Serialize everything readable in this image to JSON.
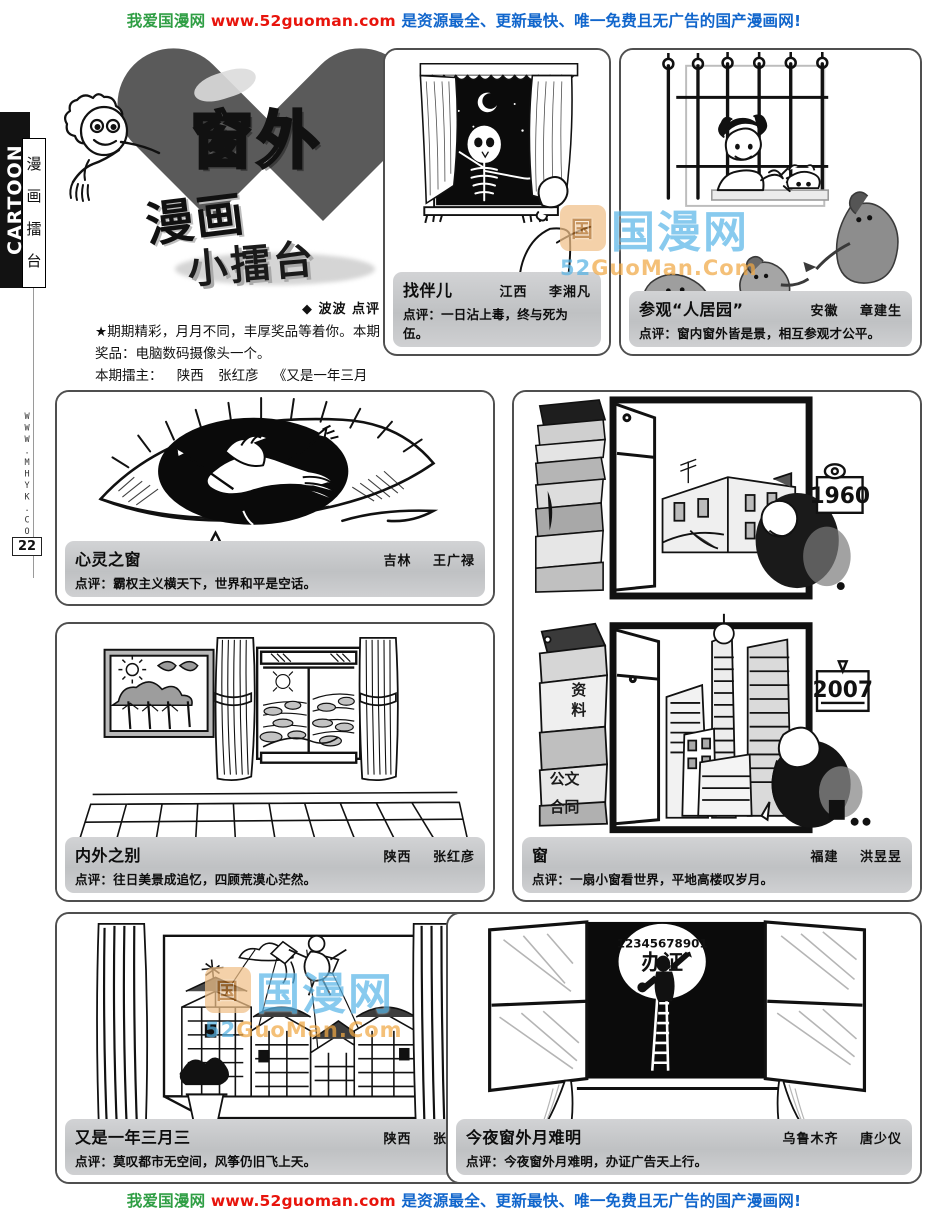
{
  "banner": {
    "part1": "我爱国漫网",
    "url": "www.52guoman.com",
    "part2": "是资源最全、更新最快、唯一免费且无广告的国产漫画网!"
  },
  "rail": {
    "cartoon": "CARTOON",
    "vertical_title": [
      "漫",
      "画",
      "擂",
      "台"
    ],
    "website": "WWW.MHYK.COM",
    "page_number": "22"
  },
  "masthead": {
    "line1": "窗外",
    "line2": "漫画",
    "line3": "小擂台"
  },
  "intro": {
    "byline": "◆ 波波 点评",
    "paragraph": "★期期精彩，月月不同，丰厚奖品等着你。本期奖品：电脑数码摄像头一个。",
    "host_label": "本期擂主：",
    "host_region": "陕西",
    "host_name": "张红彦",
    "host_work": "《又是一年三月三》"
  },
  "panels": [
    {
      "id": "panel-zhaobaner",
      "title": "找伴儿",
      "region": "江西",
      "author": "李湘凡",
      "comment": "点评：一日沾上毒，终与死为伍。",
      "art": "skeleton-at-window"
    },
    {
      "id": "panel-renjuyuan",
      "title": "参观“人居园”",
      "region": "安徽",
      "author": "章建生",
      "comment": "点评：窗内窗外皆是景，相互参观才公平。",
      "art": "apes-outside-barred-window"
    },
    {
      "id": "panel-xinlingzhichuang",
      "title": "心灵之窗",
      "region": "吉林",
      "author": "王广禄",
      "comment": "点评：霸权主义横天下，世界和平是空话。",
      "art": "eye-with-pierced-dove"
    },
    {
      "id": "panel-neiwaizhibie",
      "title": "内外之别",
      "region": "陕西",
      "author": "张红彦",
      "comment": "点评：往日美景成追忆，四顾荒漠心茫然。",
      "art": "framed-forest-vs-desert-window"
    },
    {
      "id": "panel-chuang",
      "title": "窗",
      "region": "福建",
      "author": "洪昱昱",
      "comment": "点评：一扇小窗看世界，平地高楼叹岁月。",
      "art": "two-eras-window",
      "calendar_top": "1960",
      "calendar_bottom": "2007",
      "stack_labels": [
        "资料",
        "公文",
        "合同"
      ]
    },
    {
      "id": "panel-youshiyinian",
      "title": "又是一年三月三",
      "region": "陕西",
      "author": "张红彦",
      "comment": "点评：莫叹都市无空间，风筝仍旧飞上天。",
      "art": "kite-over-city-window"
    },
    {
      "id": "panel-jinyechuangwai",
      "title": "今夜窗外月难明",
      "region": "乌鲁木齐",
      "author": "唐少仪",
      "comment": "点评：今夜窗外月难明，办证广告天上行。",
      "art": "man-painting-ad-on-moon",
      "moon_text_number": "12345678901",
      "moon_text_word": "办证"
    }
  ],
  "watermark": {
    "logo_text": "国漫网",
    "sub_text_num": "52",
    "sub_text_rest": "GuoMan.Com"
  },
  "colors": {
    "banner_green": "#2f9e44",
    "banner_red": "#e8140c",
    "banner_blue": "#1166cc",
    "panel_border": "#4f4f4f",
    "caption_plate": "#c6c8ca",
    "watermark_blue": "#5bb7e8",
    "watermark_orange": "#f0a845"
  }
}
